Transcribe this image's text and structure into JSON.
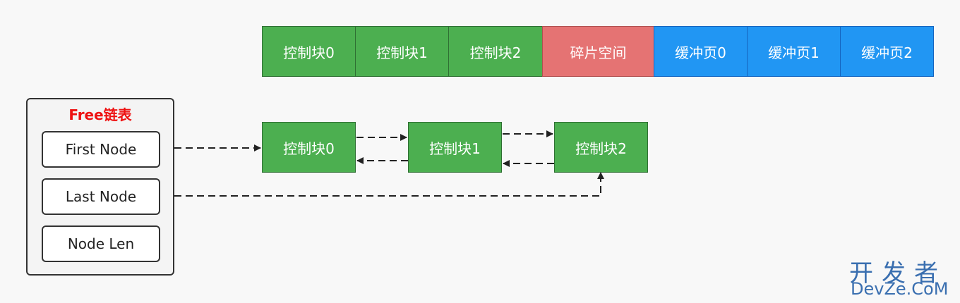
{
  "memory_layout": {
    "blocks": [
      {
        "label": "控制块0",
        "kind": "control",
        "color": "#4caf50"
      },
      {
        "label": "控制块1",
        "kind": "control",
        "color": "#4caf50"
      },
      {
        "label": "控制块2",
        "kind": "control",
        "color": "#4caf50"
      },
      {
        "label": "碎片空间",
        "kind": "fragment",
        "color": "#e57373"
      },
      {
        "label": "缓冲页0",
        "kind": "buffer",
        "color": "#2196f3"
      },
      {
        "label": "缓冲页1",
        "kind": "buffer",
        "color": "#2196f3"
      },
      {
        "label": "缓冲页2",
        "kind": "buffer",
        "color": "#2196f3"
      }
    ]
  },
  "free_list": {
    "title": "Free链表",
    "title_color": "#ee1111",
    "fields": [
      "First Node",
      "Last Node",
      "Node Len"
    ]
  },
  "linked_list": {
    "nodes": [
      "控制块0",
      "控制块1",
      "控制块2"
    ]
  },
  "watermark": {
    "cn": "开发者",
    "en": "DevZe.CoM"
  }
}
